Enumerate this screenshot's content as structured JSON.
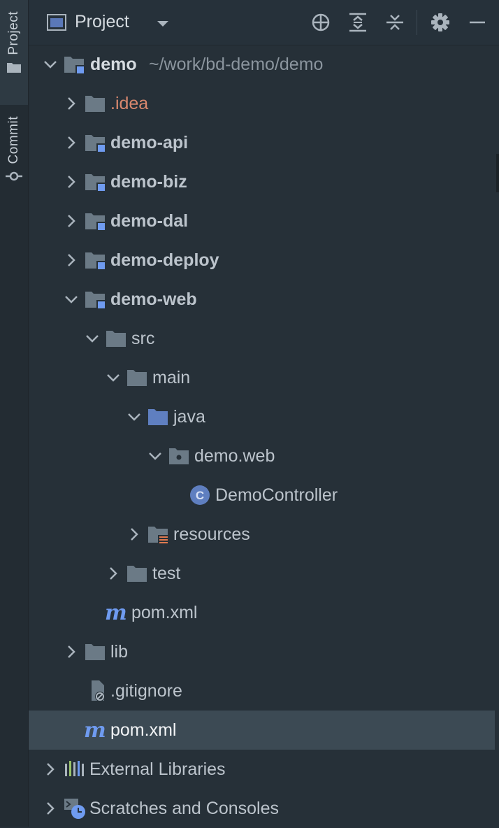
{
  "stripes": {
    "project_label": "Project",
    "commit_label": "Commit"
  },
  "toolbar": {
    "title": "Project"
  },
  "tree": {
    "root_name": "demo",
    "root_path": "~/work/bd-demo/demo",
    "idea": ".idea",
    "demo_api": "demo-api",
    "demo_biz": "demo-biz",
    "demo_dal": "demo-dal",
    "demo_deploy": "demo-deploy",
    "demo_web": "demo-web",
    "src": "src",
    "main": "main",
    "java": "java",
    "package": "demo.web",
    "controller": "DemoController",
    "resources": "resources",
    "test": "test",
    "web_pom": "pom.xml",
    "lib": "lib",
    "gitignore": ".gitignore",
    "root_pom": "pom.xml",
    "external_libraries": "External Libraries",
    "scratches": "Scratches and Consoles"
  },
  "colors": {
    "background": "#263038",
    "folder": "#6b7a86",
    "module_marker": "#6f9bf0",
    "idea_text": "#d9886e",
    "selection": "#3c4a54",
    "maven_m": "#6f9bf0"
  }
}
